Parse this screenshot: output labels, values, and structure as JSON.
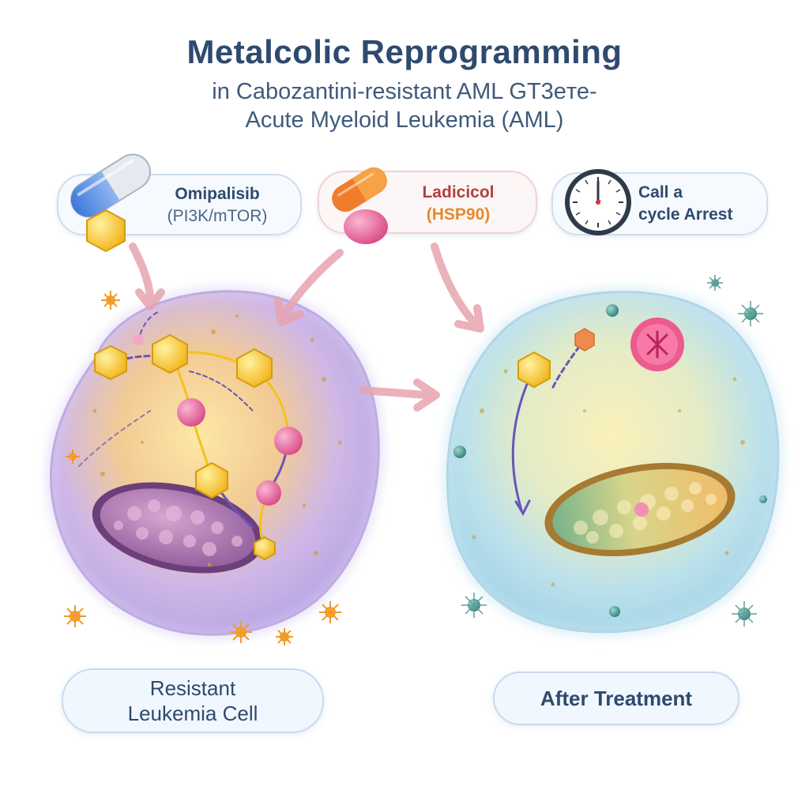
{
  "header": {
    "title": "Metalcolic Reprogramming",
    "subtitle_line1": "in Cabozantini-resistant AML GT3eте-",
    "subtitle_line2": "Acute Myeloid Leukemia (AML)"
  },
  "drugs": [
    {
      "name": "Omipalisib",
      "target": "(PI3K/mTOR)",
      "icon": "capsule-icon"
    },
    {
      "name": "Ladicicol",
      "target": "(HSP90)",
      "icon": "pill-icon"
    },
    {
      "name": "Call a",
      "target": "cycle Arrest",
      "icon": "clock-icon"
    }
  ],
  "cells": {
    "left_label_line1": "Resistant",
    "left_label_line2": "Leukemia Cell",
    "right_label": "After Treatment"
  },
  "colors": {
    "title": "#2e4a6e",
    "ladicicol_name": "#b0413c",
    "ladicicol_target": "#e58a2a",
    "resistant_cell": "#b9a3e3",
    "treated_cell": "#9fd2e6",
    "arrow": "#e7a4ae"
  }
}
